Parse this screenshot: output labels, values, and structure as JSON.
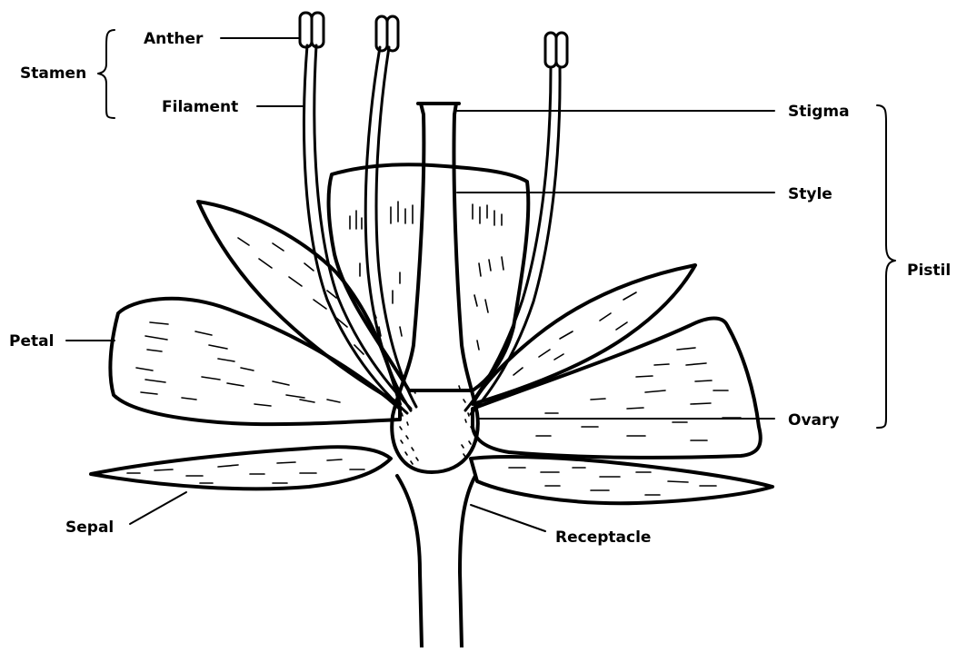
{
  "labels": {
    "anther": "Anther",
    "stamen": "Stamen",
    "filament": "Filament",
    "stigma": "Stigma",
    "style": "Style",
    "pistil": "Pistil",
    "petal": "Petal",
    "ovary": "Ovary",
    "sepal": "Sepal",
    "receptacle": "Receptacle"
  }
}
